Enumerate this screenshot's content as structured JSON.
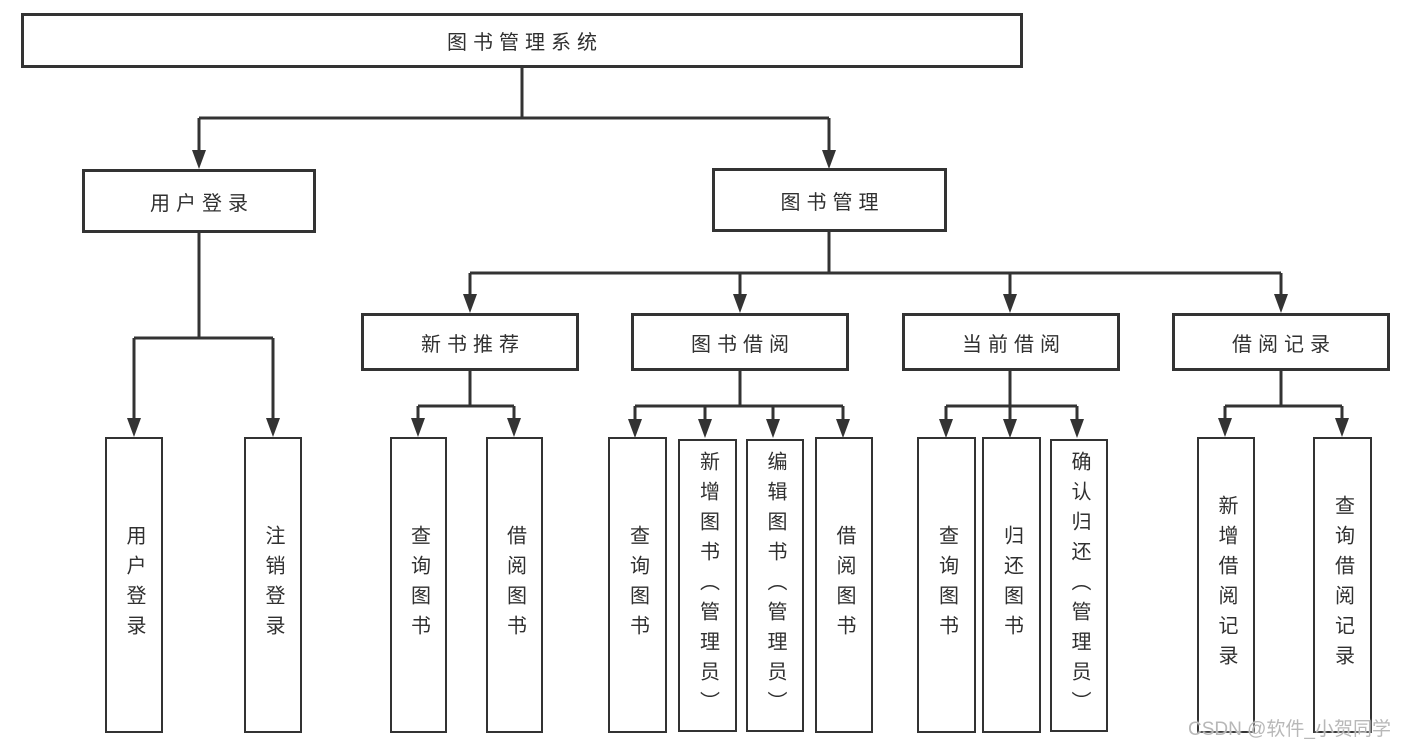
{
  "diagram": {
    "root": {
      "label": "图书管理系统"
    },
    "level2": [
      {
        "label": "用户登录"
      },
      {
        "label": "图书管理"
      }
    ],
    "level3": [
      {
        "label": "新书推荐"
      },
      {
        "label": "图书借阅"
      },
      {
        "label": "当前借阅"
      },
      {
        "label": "借阅记录"
      }
    ],
    "leaves": {
      "user_login": [
        {
          "label": "用户登录"
        },
        {
          "label": "注销登录"
        }
      ],
      "new_book_recommend": [
        {
          "label": "查询图书"
        },
        {
          "label": "借阅图书"
        }
      ],
      "book_borrowing": [
        {
          "label": "查询图书"
        },
        {
          "label": "新增图书（管理员）"
        },
        {
          "label": "编辑图书（管理员）"
        },
        {
          "label": "借阅图书"
        }
      ],
      "current_borrowing": [
        {
          "label": "查询图书"
        },
        {
          "label": "归还图书"
        },
        {
          "label": "确认归还（管理员）"
        }
      ],
      "borrowing_records": [
        {
          "label": "新增借阅记录"
        },
        {
          "label": "查询借阅记录"
        }
      ]
    },
    "watermark": "CSDN @软件_小贺同学",
    "colors": {
      "line": "#333333",
      "box_border": "#333333",
      "box_background": "#ffffff",
      "text": "#303030",
      "watermark": "#b8b8b8"
    }
  }
}
